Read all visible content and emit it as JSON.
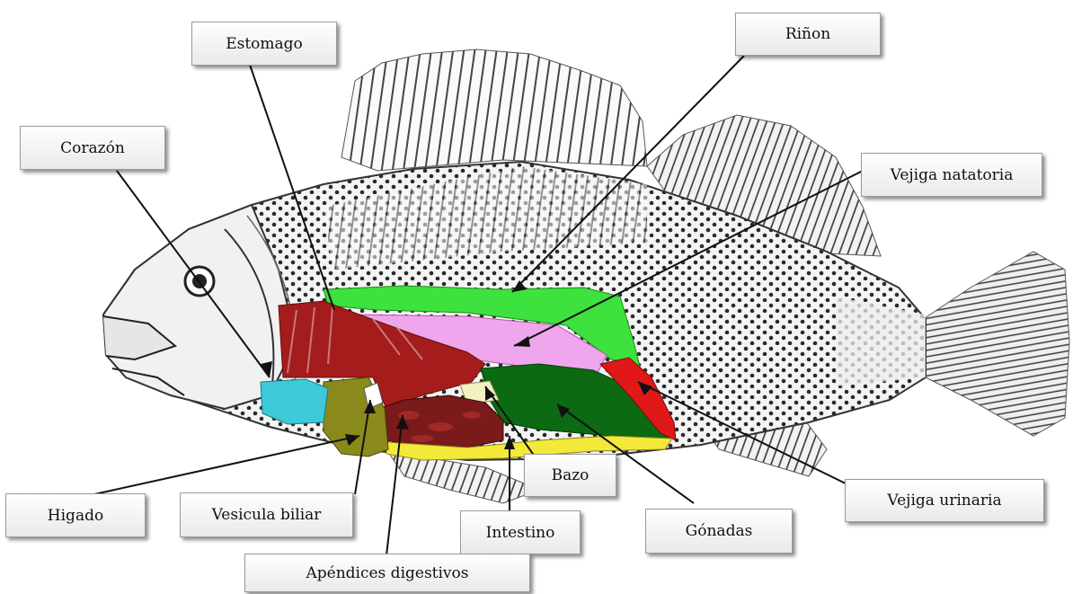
{
  "labels": {
    "estomago": "Estomago",
    "rinon": "Riñon",
    "corazon": "Corazón",
    "vejiga_natatoria": "Vejiga natatoria",
    "higado": "Higado",
    "vesicula_biliar": "Vesicula biliar",
    "bazo": "Bazo",
    "vejiga_urinaria": "Vejiga urinaria",
    "intestino": "Intestino",
    "gonadas": "Gónadas",
    "apendices": "Apéndices digestivos"
  },
  "organ_colors": {
    "heart": "#3ec9d8",
    "liver": "#8a8a1c",
    "stomach": "#a51c1c",
    "kidney": "#3ee23e",
    "swim_bladder": "#f0a6ec",
    "spleen": "#f3f0c4",
    "gonads": "#0b6a12",
    "urinary_bladder": "#e01818",
    "intestine": "#7a1a1a",
    "gut_stripe": "#f4e93a"
  }
}
